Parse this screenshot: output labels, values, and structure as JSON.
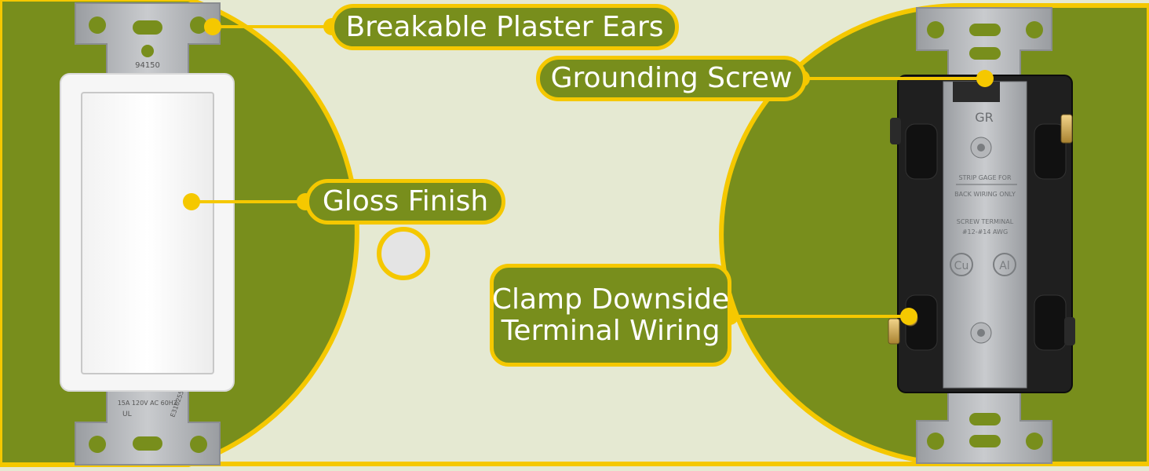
{
  "callouts": {
    "plaster_ears": "Breakable Plaster Ears",
    "grounding_screw": "Grounding Screw",
    "gloss_finish": "Gloss Finish",
    "clamp_line1": "Clamp Downside",
    "clamp_line2": "Terminal Wiring"
  },
  "switch_markings": {
    "top_code": "94150",
    "rating": "15A 120V AC 60HZ",
    "ul_mark": "UL",
    "file_no": "E316255"
  },
  "back_markings": {
    "gr": "GR",
    "strip_line1": "STRIP GAGE FOR",
    "strip_line2": "BACK WIRING ONLY",
    "screw_terminal": "SCREW TERMINAL",
    "awg": "#12-#14 AWG",
    "cu": "Cu",
    "al": "Al"
  },
  "colors": {
    "background": "#e5e9d2",
    "olive": "#788e1c",
    "yellow": "#f5c800",
    "white": "#ffffff"
  }
}
